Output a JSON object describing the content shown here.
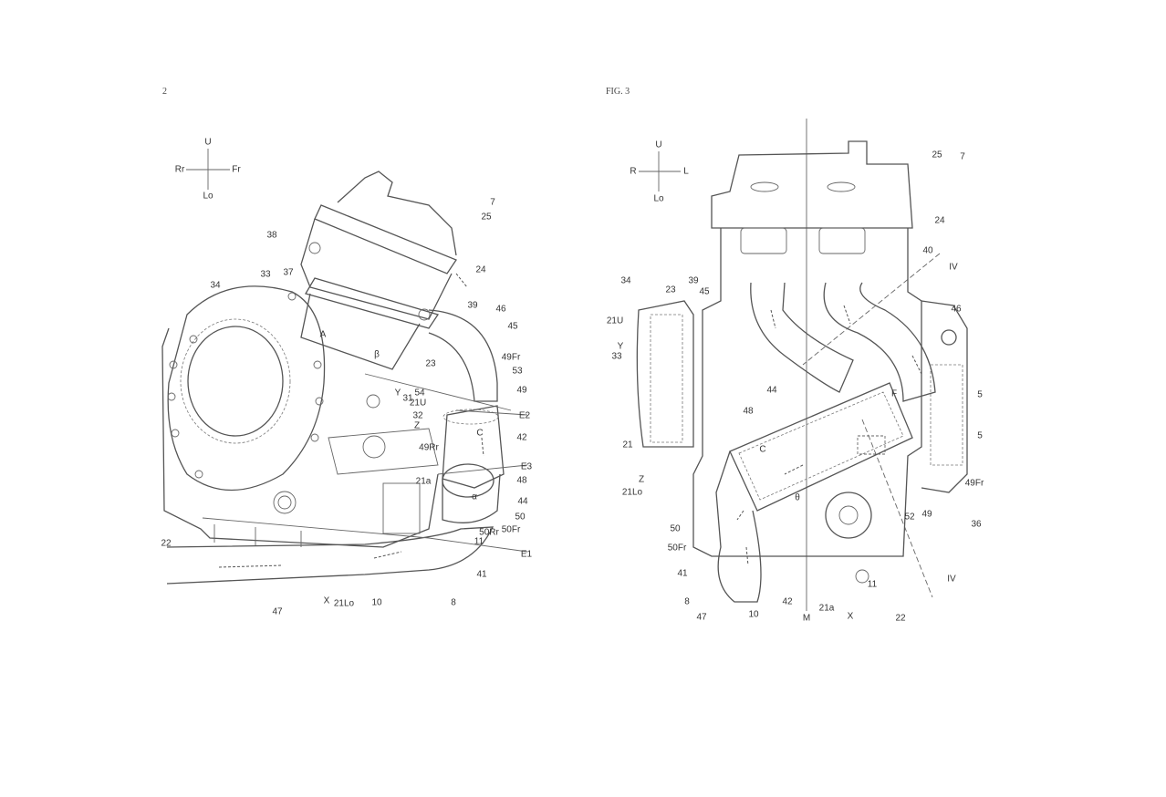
{
  "figure_left": {
    "page_label": "2",
    "compass": {
      "up": "U",
      "rear": "Rr",
      "front": "Fr",
      "low": "Lo"
    },
    "labels": [
      "7",
      "25",
      "38",
      "24",
      "34",
      "33",
      "37",
      "39",
      "46",
      "45",
      "A",
      "β",
      "23",
      "49Fr",
      "53",
      "54",
      "49",
      "Y",
      "31",
      "21U",
      "E2",
      "32",
      "Z",
      "42",
      "49Rr",
      "C",
      "E3",
      "48",
      "21a",
      "α",
      "44",
      "50",
      "50Rr",
      "50Fr",
      "11",
      "22",
      "E1",
      "41",
      "X",
      "21Lo",
      "10",
      "8",
      "47"
    ]
  },
  "figure_right": {
    "page_label": "FIG. 3",
    "compass": {
      "up": "U",
      "right": "R",
      "left": "L",
      "low": "Lo"
    },
    "labels": [
      "25",
      "7",
      "24",
      "40",
      "IV",
      "39",
      "34",
      "23",
      "45",
      "46",
      "21U",
      "Y",
      "33",
      "44",
      "48",
      "F",
      "21",
      "C",
      "Z",
      "21Lo",
      "θ",
      "52",
      "49",
      "49Fr",
      "36",
      "50",
      "50Fr",
      "41",
      "8",
      "11",
      "IV",
      "47",
      "10",
      "42",
      "M",
      "21a",
      "X",
      "22",
      "5",
      "5"
    ]
  }
}
